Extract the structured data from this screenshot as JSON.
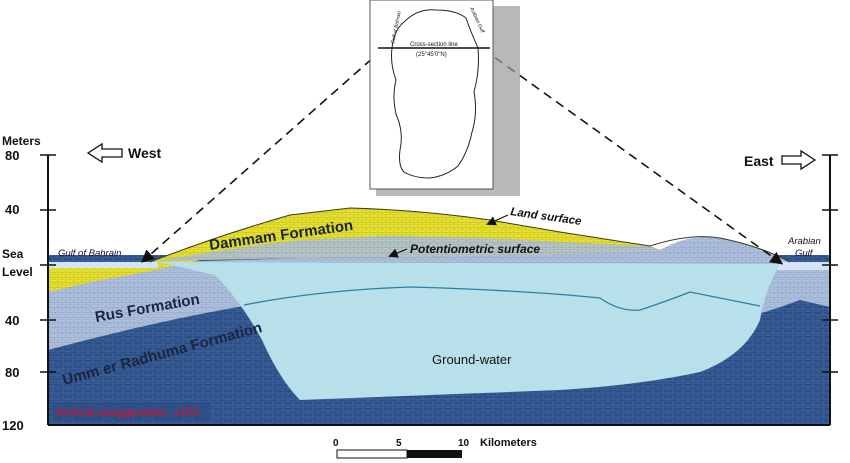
{
  "axis": {
    "unit_label": "Meters",
    "ticks": [
      "80",
      "40",
      "Sea",
      "Level",
      "40",
      "80",
      "120"
    ]
  },
  "directions": {
    "west": "West",
    "east": "East"
  },
  "water_bodies": {
    "gulf_bahrain": "Gulf of Bahrain",
    "arabian_line1": "Arabian",
    "arabian_line2": "Gulf"
  },
  "formations": {
    "dammam": "Dammam Formation",
    "rus": "Rus Formation",
    "umm": "Umm er Radhuma Formation",
    "groundwater": "Ground-water"
  },
  "surfaces": {
    "land": "Land surface",
    "potentiometric": "Potentiometric surface"
  },
  "note": "Vertical exaggeration, x100",
  "inset": {
    "cross_section_label": "Cross-section line",
    "coordinate": "(25°45'0\"N)",
    "place_left": "Gulf of Bahrain",
    "place_right": "Arabian Gulf"
  },
  "scale_bar": {
    "labels": [
      "0",
      "5",
      "10"
    ],
    "unit": "Kilometers"
  },
  "colors": {
    "dammam": "#e6e12e",
    "rus": "#aebfdc",
    "umm": "#2d4f87",
    "groundwater": "#b7e0ea",
    "note_text": "#e0102a",
    "label_dark": "#1a2540"
  }
}
